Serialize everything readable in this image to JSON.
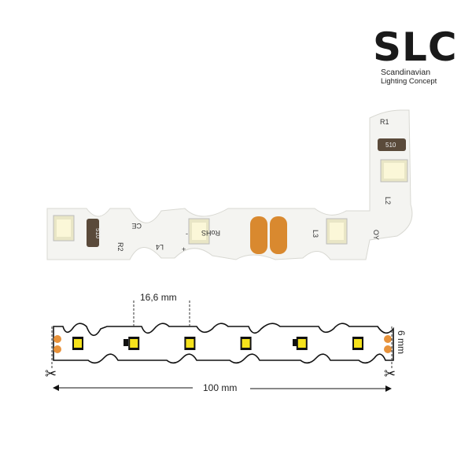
{
  "logo": {
    "mark": "SLC",
    "line1": "Scandinavian",
    "line2": "Lighting Concept"
  },
  "photo": {
    "markings": [
      "R1",
      "510",
      "L2",
      "510",
      "R2",
      "CE",
      "RoHS",
      "L4",
      "L3",
      "OY",
      "+",
      "-"
    ]
  },
  "diagram": {
    "pitch_label": "16,6 mm",
    "length_label": "100 mm",
    "width_label": "6 mm",
    "led_count": 6,
    "colors": {
      "led": "#f5e21c",
      "pad": "#e8933c",
      "outline": "#111111"
    }
  }
}
